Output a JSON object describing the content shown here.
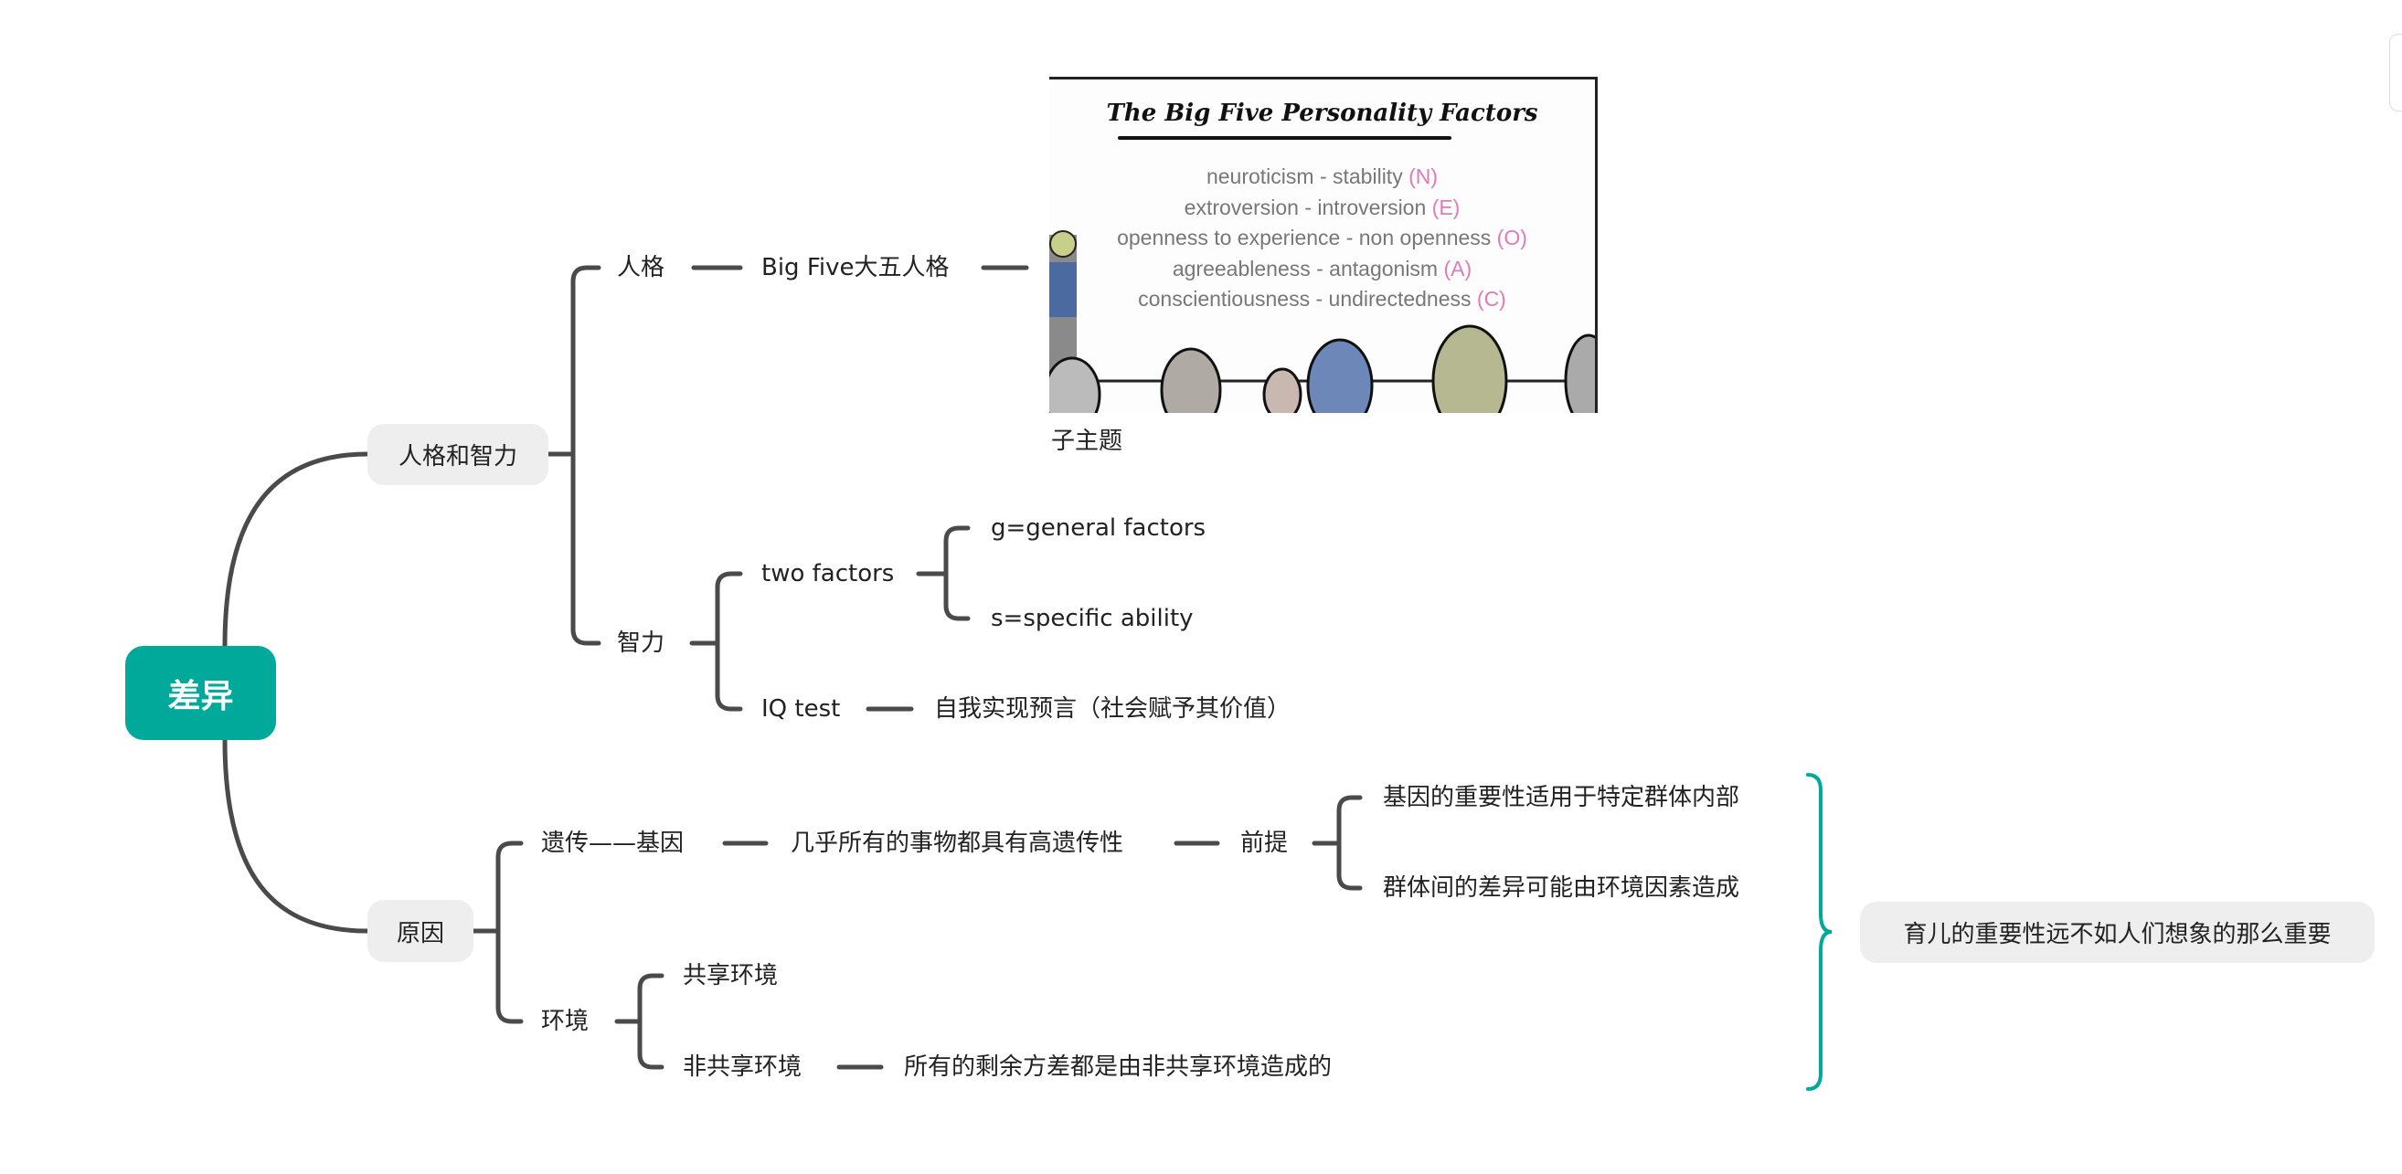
{
  "colors": {
    "root": "#00a99a",
    "line": "#4a4a4a",
    "node_bg": "#eeeeee",
    "brace": "#00a99a",
    "key": "#e07ab8"
  },
  "root": {
    "label": "差异"
  },
  "branch1": {
    "label": "人格和智力",
    "personality": {
      "label": "人格",
      "child": "Big Five大五人格",
      "image": {
        "title": "The Big Five Personality Factors",
        "rows": [
          {
            "text": "neuroticism - stability",
            "key": "(N)"
          },
          {
            "text": "extroversion - introversion",
            "key": "(E)"
          },
          {
            "text": "openness to experience - non openness",
            "key": "(O)"
          },
          {
            "text": "agreeableness - antagonism",
            "key": "(A)"
          },
          {
            "text": "conscientiousness - undirectedness",
            "key": "(C)"
          }
        ]
      },
      "image_caption": "子主题"
    },
    "intelligence": {
      "label": "智力",
      "two_factors": {
        "label": "two factors",
        "children": [
          "g=general factors",
          "s=specific ability"
        ]
      },
      "iq_test": {
        "label": "IQ test",
        "child": "自我实现预言（社会赋予其价值）"
      }
    }
  },
  "branch2": {
    "label": "原因",
    "heredity": {
      "label": "遗传——基因",
      "child": "几乎所有的事物都具有高遗传性",
      "premise": {
        "label": "前提",
        "children": [
          "基因的重要性适用于特定群体内部",
          "群体间的差异可能由环境因素造成"
        ]
      }
    },
    "environment": {
      "label": "环境",
      "shared": "共享环境",
      "nonshared": {
        "label": "非共享环境",
        "child": "所有的剩余方差都是由非共享环境造成的"
      }
    },
    "summary": "育儿的重要性远不如人们想象的那么重要"
  }
}
